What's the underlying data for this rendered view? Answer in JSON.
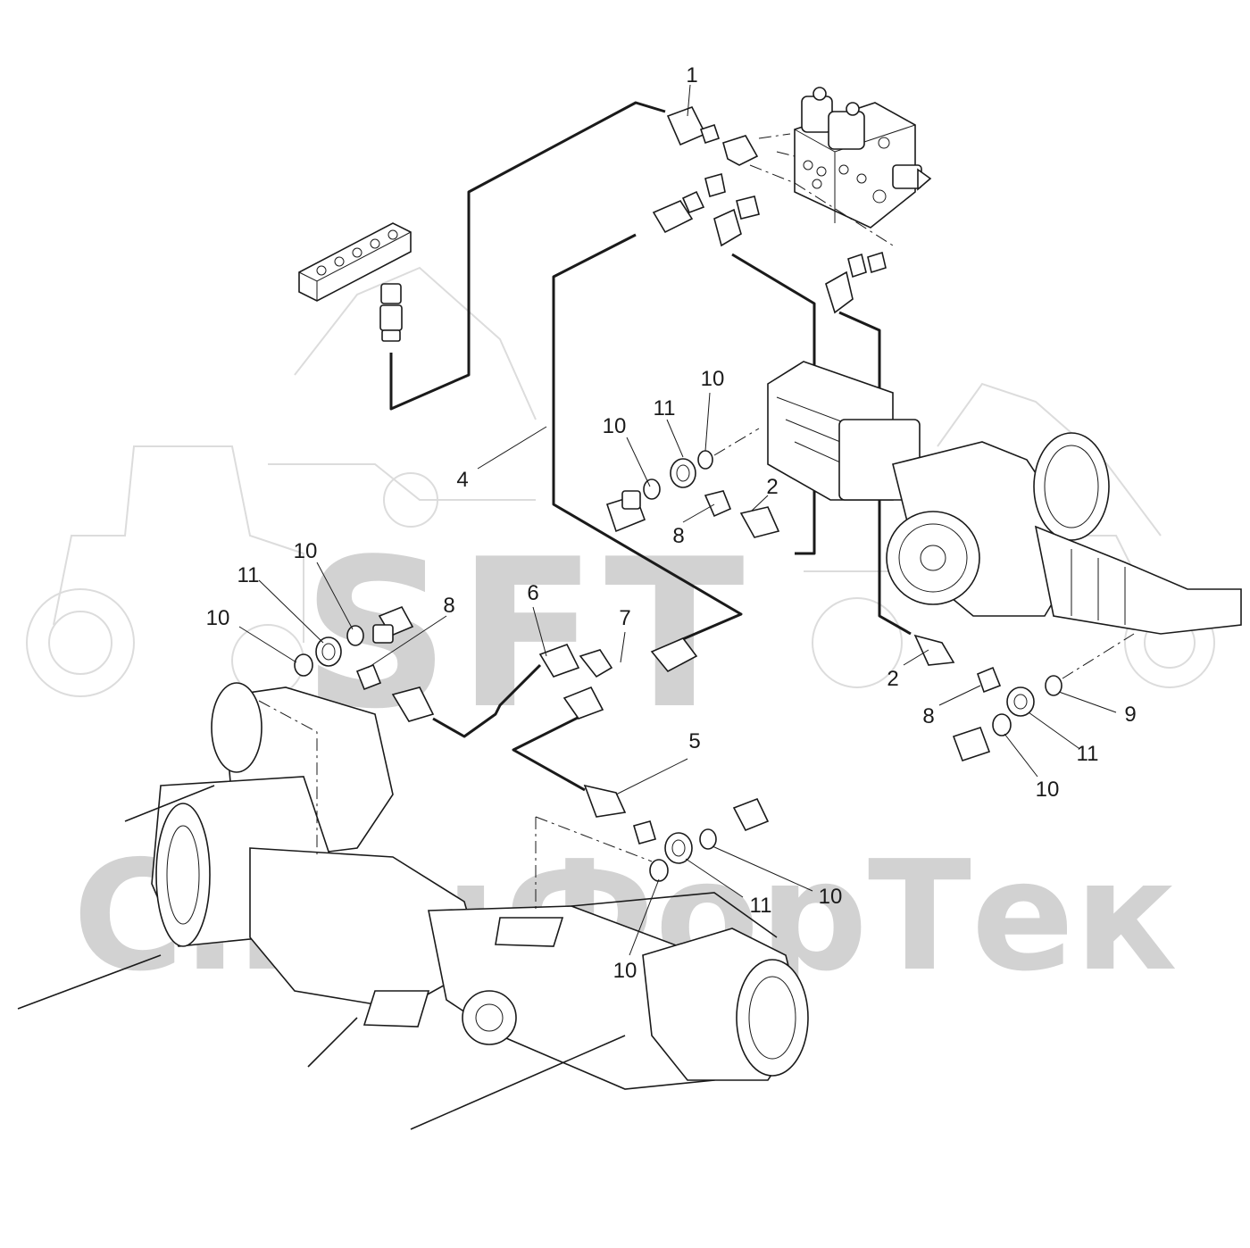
{
  "watermark": {
    "logo_text": "SFT",
    "company_text": "СпецФорТек"
  },
  "callouts": [
    {
      "id": "c1",
      "text": "1"
    },
    {
      "id": "c4",
      "text": "4"
    },
    {
      "id": "c10a",
      "text": "10"
    },
    {
      "id": "c11a",
      "text": "11"
    },
    {
      "id": "c10b",
      "text": "10"
    },
    {
      "id": "c2a",
      "text": "2"
    },
    {
      "id": "c8a",
      "text": "8"
    },
    {
      "id": "c10c",
      "text": "10"
    },
    {
      "id": "c11b",
      "text": "11"
    },
    {
      "id": "c10d",
      "text": "10"
    },
    {
      "id": "c8b",
      "text": "8"
    },
    {
      "id": "c6",
      "text": "6"
    },
    {
      "id": "c7",
      "text": "7"
    },
    {
      "id": "c2b",
      "text": "2"
    },
    {
      "id": "c8c",
      "text": "8"
    },
    {
      "id": "c9",
      "text": "9"
    },
    {
      "id": "c11c",
      "text": "11"
    },
    {
      "id": "c10e",
      "text": "10"
    },
    {
      "id": "c5",
      "text": "5"
    },
    {
      "id": "c10f",
      "text": "10"
    },
    {
      "id": "c11d",
      "text": "11"
    },
    {
      "id": "c10g",
      "text": "10"
    }
  ]
}
